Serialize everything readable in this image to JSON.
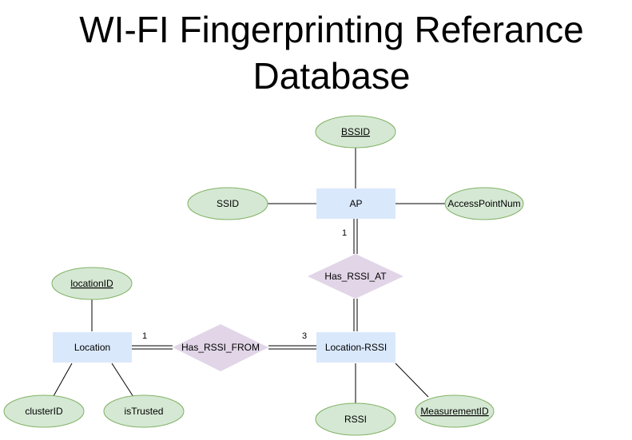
{
  "title_line1": "WI-FI Fingerprinting Referance",
  "title_line2": "Database",
  "colors": {
    "entity_fill": "#dae8fc",
    "attribute_fill": "#d5e8d4",
    "attribute_stroke": "#82b366",
    "relationship_fill": "#e1d5e7",
    "line": "#000000"
  },
  "entities": {
    "ap": "AP",
    "location": "Location",
    "location_rssi": "Location-RSSI"
  },
  "relationships": {
    "has_rssi_at": "Has_RSSI_AT",
    "has_rssi_from": "Has_RSSI_FROM"
  },
  "attributes": {
    "bssid": "BSSID",
    "ssid": "SSID",
    "access_point_num": "AccessPointNum",
    "location_id": "locationID",
    "cluster_id": "clusterID",
    "is_trusted": "isTrusted",
    "rssi": "RSSI",
    "measurement_id": "MeasurementID"
  },
  "cardinalities": {
    "ap_side": "1",
    "location_side": "1",
    "location_rssi_side": "3"
  }
}
